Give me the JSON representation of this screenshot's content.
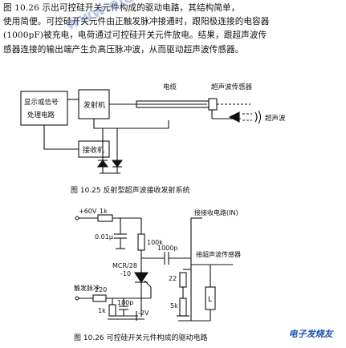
{
  "paragraph": {
    "lines": [
      "图 10.26   示出可控硅开关元件构成的驱动电路，其结构简单，",
      "使用简便。可控硅开关元件由正触发脉冲接通时，跟阳极连接的电容器",
      "(1000pF)被充电，电荷通过可控硅开关元件放电。结果，跟超声波传",
      "感器连接的输出端产生负高压脉冲波，从而驱动超声波传感器。"
    ]
  },
  "watermark": "www.elecfans.com",
  "logo_text": "电子发烧友",
  "figure1": {
    "caption": "图 10.25   反射型超声波接收发射系统",
    "box_display": [
      "显示或信号",
      "处理电路"
    ],
    "box_transmitter": "发射机",
    "box_receiver": "接收机",
    "label_cable": "电缆",
    "label_sensor": "超声波传感器",
    "label_wave": "超声波"
  },
  "figure2": {
    "caption": "图 10.26   可控硅开关元件构成的驱动电路",
    "supply": "+60V",
    "r1": "1k",
    "c1": "0.01μ",
    "r2": "100k",
    "c2": "1000p",
    "scr": "MCR/28",
    "scr_sub": "-10",
    "trigger": "触发脉冲",
    "r3": "220",
    "r4": "1k",
    "c3": "100p",
    "neg": "-2V",
    "to_receiver": "接接收电路(IN)",
    "to_sensor": "接超声波传感器",
    "r5": "22",
    "pot": "5k",
    "inductor": "L"
  }
}
